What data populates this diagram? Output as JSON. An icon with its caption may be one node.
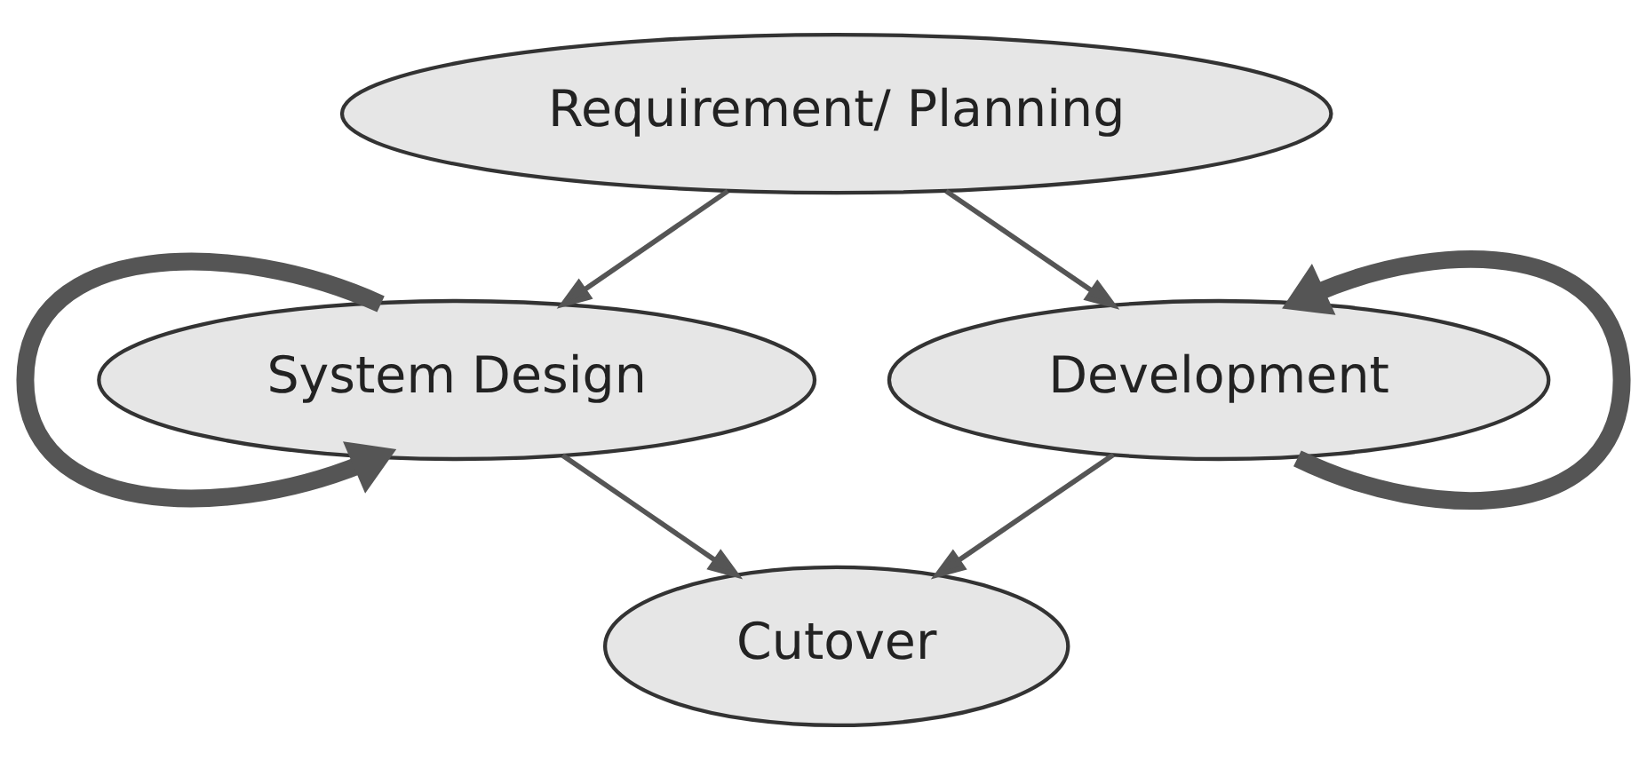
{
  "diagram": {
    "nodes": [
      {
        "text": [
          "Requirement/ Planning"
        ]
      },
      {
        "text": [
          "System Design"
        ]
      },
      {
        "text": [
          "Development"
        ]
      },
      {
        "text": [
          "Cutover"
        ]
      }
    ],
    "edges": [
      {
        "from": 0,
        "to": 1,
        "arrow": "to"
      },
      {
        "from": 0,
        "to": 2,
        "arrow": "to"
      },
      {
        "from": 1,
        "to": 3,
        "arrow": "to"
      },
      {
        "from": 2,
        "to": 3,
        "arrow": "to"
      },
      {
        "from": 1,
        "to": 1,
        "arrow": "to",
        "style": "thick"
      },
      {
        "from": 2,
        "to": 2,
        "arrow": "to",
        "style": "thick"
      }
    ]
  }
}
